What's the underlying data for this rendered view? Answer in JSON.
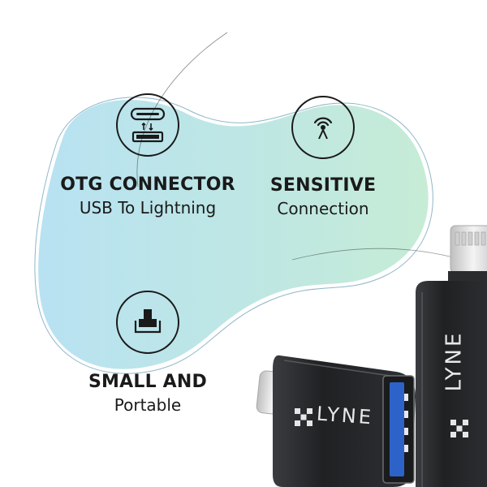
{
  "features": {
    "otg": {
      "icon": "usb-c-port-icon",
      "title": "OTG CONNECTOR",
      "subtitle": "USB To Lightning"
    },
    "sensitive": {
      "icon": "antenna-signal-icon",
      "title": "SENSITIVE",
      "subtitle": "Connection"
    },
    "small": {
      "icon": "compact-size-icon",
      "title": "SMALL AND",
      "subtitle": "Portable"
    }
  },
  "product": {
    "brand": "LYNE"
  },
  "colors": {
    "blob_start": "#b9e3f1",
    "blob_end": "#c4ead7",
    "text": "#1a1a1a",
    "device_body": "#2a2c2e",
    "usb_blue": "#2d63c8"
  }
}
